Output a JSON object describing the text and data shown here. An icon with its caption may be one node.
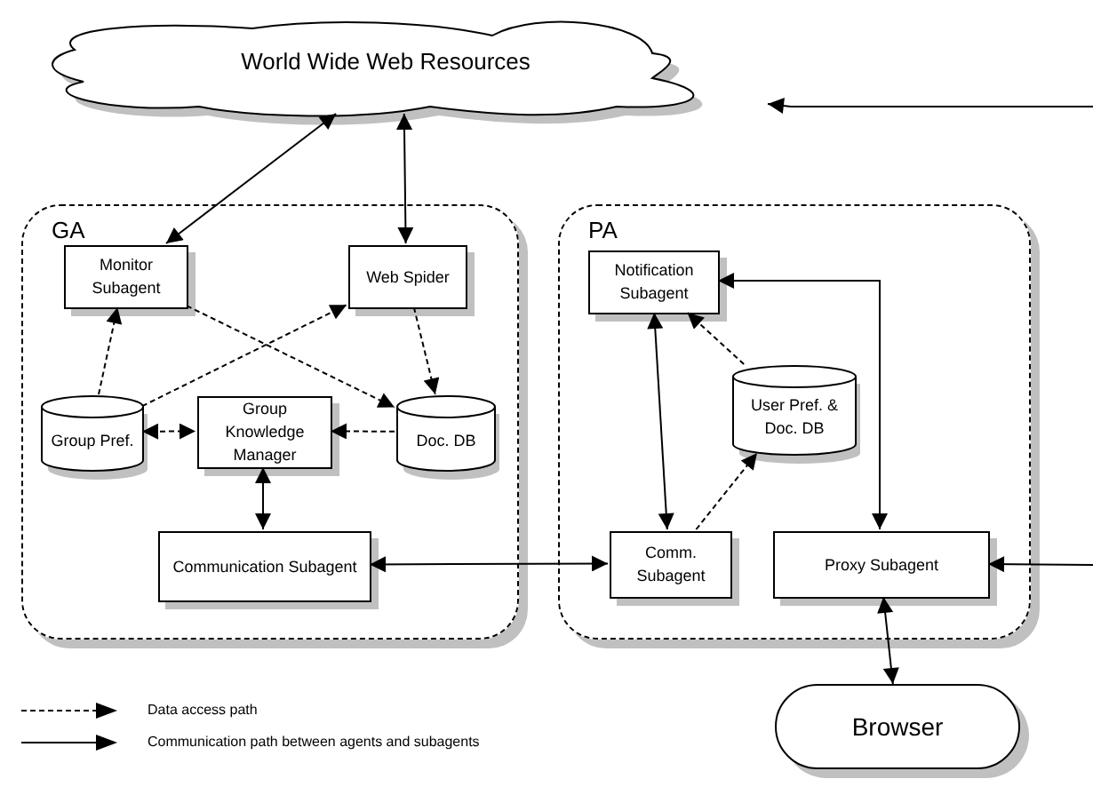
{
  "diagram": {
    "nodes": [
      {
        "text": [
          "World Wide Web Resources"
        ]
      },
      {
        "text": [
          "GA"
        ]
      },
      {
        "text": [
          "Monitor Subagent"
        ],
        "in": 1
      },
      {
        "text": [
          "Web Spider"
        ],
        "in": 1
      },
      {
        "text": [
          "Group Pref."
        ],
        "in": 1
      },
      {
        "text": [
          "Group Knowledge Manager"
        ],
        "in": 1
      },
      {
        "text": [
          "Doc. DB"
        ],
        "in": 1
      },
      {
        "text": [
          "Communication Subagent"
        ],
        "in": 1
      },
      {
        "text": [
          "PA"
        ]
      },
      {
        "text": [
          "Notification Subagent"
        ],
        "in": 8
      },
      {
        "text": [
          "User Pref. & Doc. DB"
        ],
        "in": 8
      },
      {
        "text": [
          "Comm. Subagent"
        ],
        "in": 8
      },
      {
        "text": [
          "Proxy Subagent"
        ],
        "in": 8
      },
      {
        "text": [
          "Browser"
        ]
      }
    ],
    "edges": [
      {
        "from": 2,
        "to": 0,
        "arrow": "both"
      },
      {
        "from": 3,
        "to": 0,
        "arrow": "both"
      },
      {
        "from": null,
        "to": 0,
        "arrow": "to"
      },
      {
        "from": 4,
        "to": 2,
        "arrow": "to",
        "style": "dashed"
      },
      {
        "from": 4,
        "to": 3,
        "arrow": "to",
        "style": "dashed"
      },
      {
        "from": 2,
        "to": 6,
        "arrow": "to",
        "style": "dashed"
      },
      {
        "from": 3,
        "to": 6,
        "arrow": "to",
        "style": "dashed"
      },
      {
        "from": 4,
        "to": 5,
        "arrow": "both",
        "style": "dashed"
      },
      {
        "from": 6,
        "to": 5,
        "arrow": "to",
        "style": "dashed"
      },
      {
        "from": 5,
        "to": 7,
        "arrow": "both"
      },
      {
        "from": 11,
        "to": 7,
        "arrow": "both"
      },
      {
        "from": 9,
        "to": 11,
        "arrow": "both"
      },
      {
        "from": 10,
        "to": 9,
        "arrow": "to",
        "style": "dashed"
      },
      {
        "from": 11,
        "to": 10,
        "arrow": "to",
        "style": "dashed"
      },
      {
        "from": 12,
        "to": 9,
        "arrow": "both"
      },
      {
        "from": null,
        "to": 12,
        "arrow": "to"
      },
      {
        "from": 12,
        "to": 13,
        "arrow": "both"
      }
    ],
    "legend": [
      {
        "text": "Data access path"
      },
      {
        "text": "Communication path between agents and subagents"
      }
    ]
  }
}
